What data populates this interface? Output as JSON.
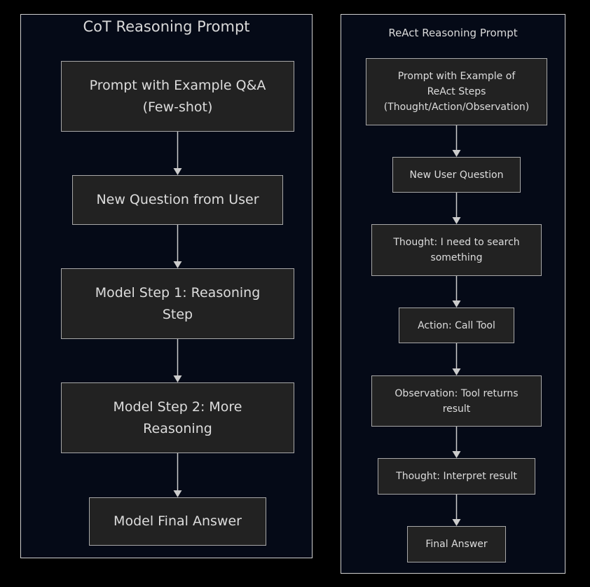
{
  "colors": {
    "page_background": "#000000",
    "panel_background": "#050a17",
    "panel_border": "#cfcfcf",
    "node_fill": "#222222",
    "node_border": "#a8a8a8",
    "edge": "#cccccc",
    "text": "#dddddd"
  },
  "cot": {
    "title": "CoT Reasoning Prompt",
    "nodes": [
      {
        "label": "Prompt with Example Q&A\n(Few-shot)"
      },
      {
        "label": "New Question from User"
      },
      {
        "label": "Model Step 1: Reasoning\nStep"
      },
      {
        "label": "Model Step 2: More\nReasoning"
      },
      {
        "label": "Model Final Answer"
      }
    ],
    "edges": [
      [
        0,
        1
      ],
      [
        1,
        2
      ],
      [
        2,
        3
      ],
      [
        3,
        4
      ]
    ]
  },
  "react": {
    "title": "ReAct Reasoning Prompt",
    "nodes": [
      {
        "label": "Prompt with Example of\nReAct Steps\n(Thought/Action/Observation)"
      },
      {
        "label": "New User Question"
      },
      {
        "label": "Thought: I need to search\nsomething"
      },
      {
        "label": "Action: Call Tool"
      },
      {
        "label": "Observation: Tool returns\nresult"
      },
      {
        "label": "Thought: Interpret result"
      },
      {
        "label": "Final Answer"
      }
    ],
    "edges": [
      [
        0,
        1
      ],
      [
        1,
        2
      ],
      [
        2,
        3
      ],
      [
        3,
        4
      ],
      [
        4,
        5
      ],
      [
        5,
        6
      ]
    ]
  }
}
